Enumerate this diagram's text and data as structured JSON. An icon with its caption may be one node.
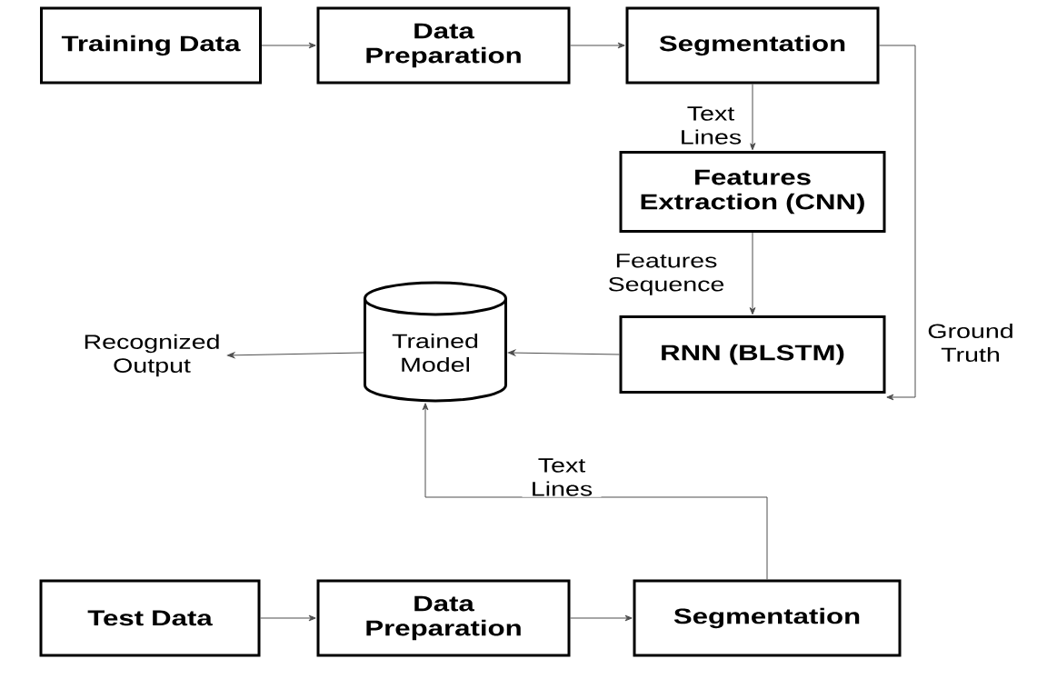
{
  "diagram": {
    "nodes": [
      {
        "text": [
          "Training Data"
        ]
      },
      {
        "text": [
          "Data Preparation"
        ]
      },
      {
        "text": [
          "Segmentation"
        ]
      },
      {
        "text": [
          "Features Extraction (CNN)"
        ]
      },
      {
        "text": [
          "RNN (BLSTM)"
        ]
      },
      {
        "text": [
          "Trained Model"
        ]
      },
      {
        "text": [
          "Recognized Output"
        ]
      },
      {
        "text": [
          "Test Data"
        ]
      },
      {
        "text": [
          "Data Preparation"
        ]
      },
      {
        "text": [
          "Segmentation"
        ]
      }
    ],
    "edges": [
      {
        "from": 0,
        "to": 1,
        "arrow": "to"
      },
      {
        "from": 1,
        "to": 2,
        "arrow": "to"
      },
      {
        "from": 2,
        "to": 3,
        "arrow": "to",
        "label": "Text Lines"
      },
      {
        "from": 3,
        "to": 4,
        "arrow": "to",
        "label": "Features Sequence"
      },
      {
        "from": 2,
        "to": 4,
        "arrow": "to",
        "label": "Ground Truth"
      },
      {
        "from": 4,
        "to": 5,
        "arrow": "to"
      },
      {
        "from": 5,
        "to": 6,
        "arrow": "to"
      },
      {
        "from": 7,
        "to": 8,
        "arrow": "to"
      },
      {
        "from": 8,
        "to": 9,
        "arrow": "to"
      },
      {
        "from": 9,
        "to": 5,
        "arrow": "to",
        "label": "Text Lines"
      }
    ]
  }
}
